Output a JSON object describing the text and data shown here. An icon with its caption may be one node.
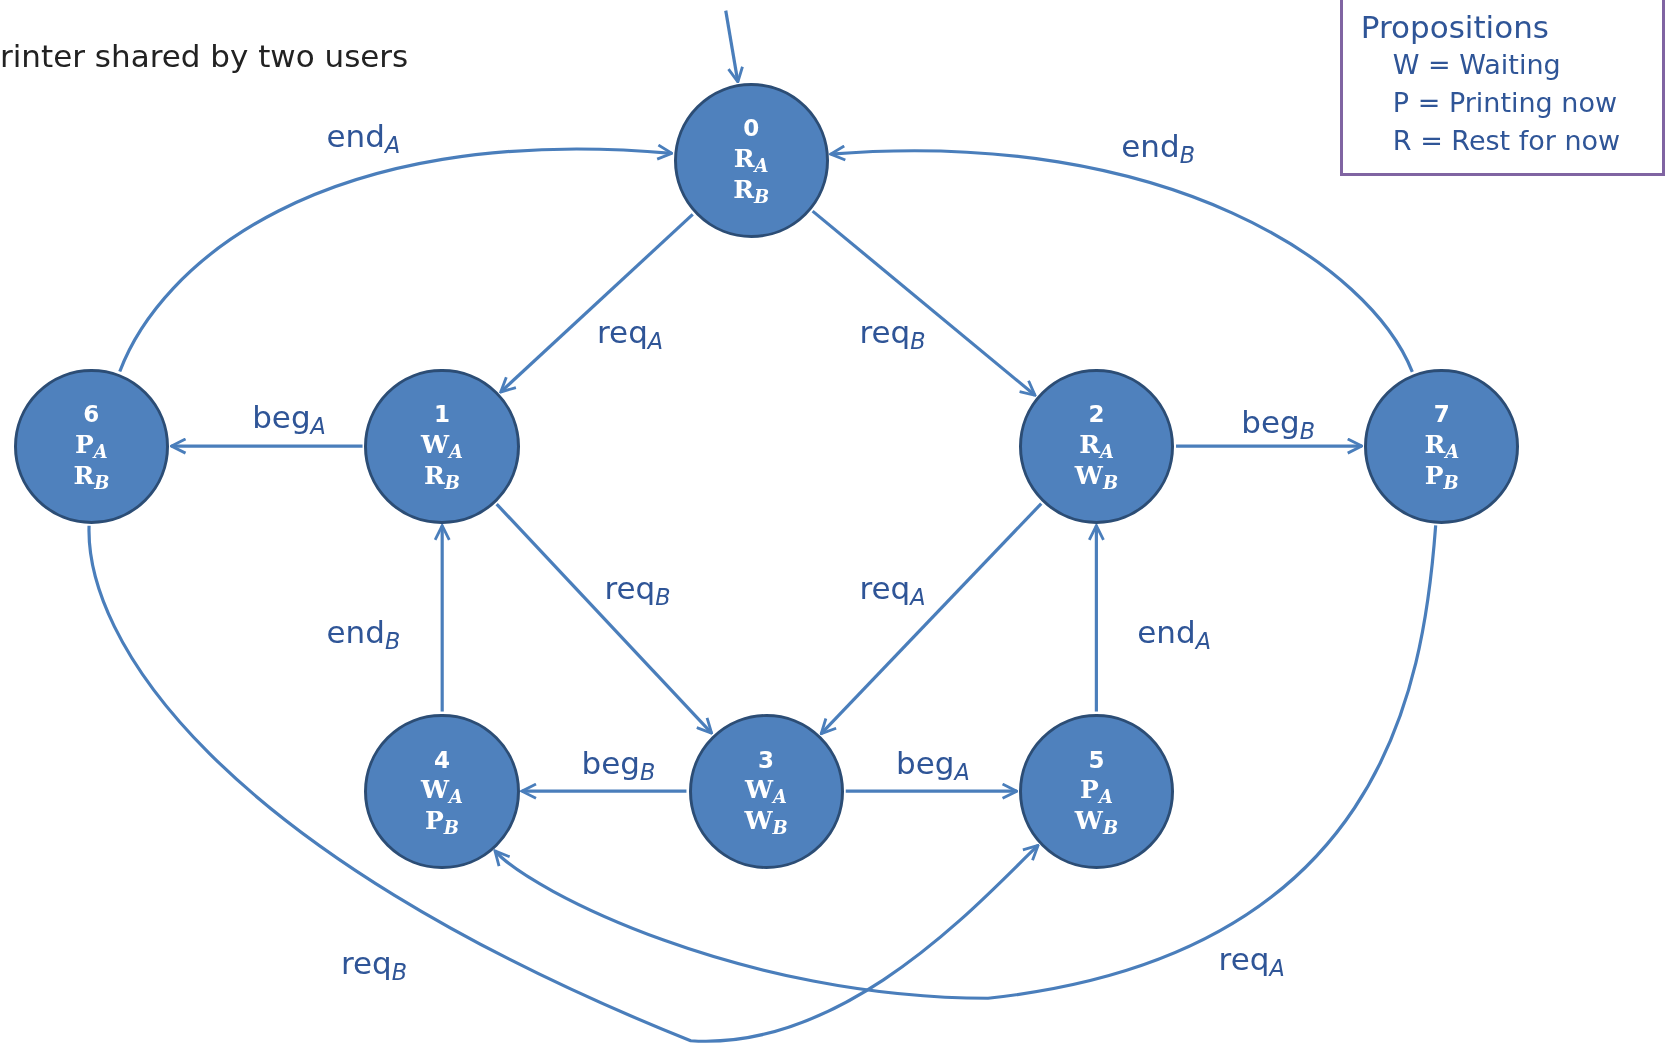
{
  "diagram": {
    "title": "rinter shared by two users",
    "nodes": [
      {
        "text": [
          "0",
          "R$_{A}$",
          "R$_{B}$"
        ]
      },
      {
        "text": [
          "1",
          "W$_{A}$",
          "R$_{B}$"
        ]
      },
      {
        "text": [
          "2",
          "R$_{A}$",
          "W$_{B}$"
        ]
      },
      {
        "text": [
          "3",
          "W$_{A}$",
          "W$_{B}$"
        ]
      },
      {
        "text": [
          "4",
          "W$_{A}$",
          "P$_{B}$"
        ]
      },
      {
        "text": [
          "5",
          "P$_{A}$",
          "W$_{B}$"
        ]
      },
      {
        "text": [
          "6",
          "P$_{A}$",
          "R$_{B}$"
        ]
      },
      {
        "text": [
          "7",
          "R$_{A}$",
          "P$_{B}$"
        ]
      },
      {
        "text": [
          "Propositions",
          "W = Waiting",
          "P = Printing now",
          "R = Rest for now"
        ]
      }
    ],
    "edges": [
      {
        "from": null,
        "to": 0,
        "arrow": "to"
      },
      {
        "from": 0,
        "to": 1,
        "arrow": "to",
        "label": "req$_{A}$"
      },
      {
        "from": 0,
        "to": 2,
        "arrow": "to",
        "label": "req$_{B}$"
      },
      {
        "from": 1,
        "to": 6,
        "arrow": "to",
        "label": "beg$_{A}$"
      },
      {
        "from": 2,
        "to": 7,
        "arrow": "to",
        "label": "beg$_{B}$"
      },
      {
        "from": 6,
        "to": 0,
        "arrow": "to",
        "label": "end$_{A}$"
      },
      {
        "from": 7,
        "to": 0,
        "arrow": "to",
        "label": "end$_{B}$"
      },
      {
        "from": 1,
        "to": 3,
        "arrow": "to",
        "label": "req$_{B}$"
      },
      {
        "from": 2,
        "to": 3,
        "arrow": "to",
        "label": "req$_{A}$"
      },
      {
        "from": 4,
        "to": 1,
        "arrow": "to",
        "label": "end$_{B}$"
      },
      {
        "from": 5,
        "to": 2,
        "arrow": "to",
        "label": "end$_{A}$"
      },
      {
        "from": 3,
        "to": 4,
        "arrow": "to",
        "label": "beg$_{B}$"
      },
      {
        "from": 3,
        "to": 5,
        "arrow": "to",
        "label": "beg$_{A}$"
      },
      {
        "from": 6,
        "to": 5,
        "arrow": "to",
        "label": "req$_{B}$"
      },
      {
        "from": 7,
        "to": 4,
        "arrow": "to",
        "label": "req$_{A}$"
      }
    ]
  }
}
